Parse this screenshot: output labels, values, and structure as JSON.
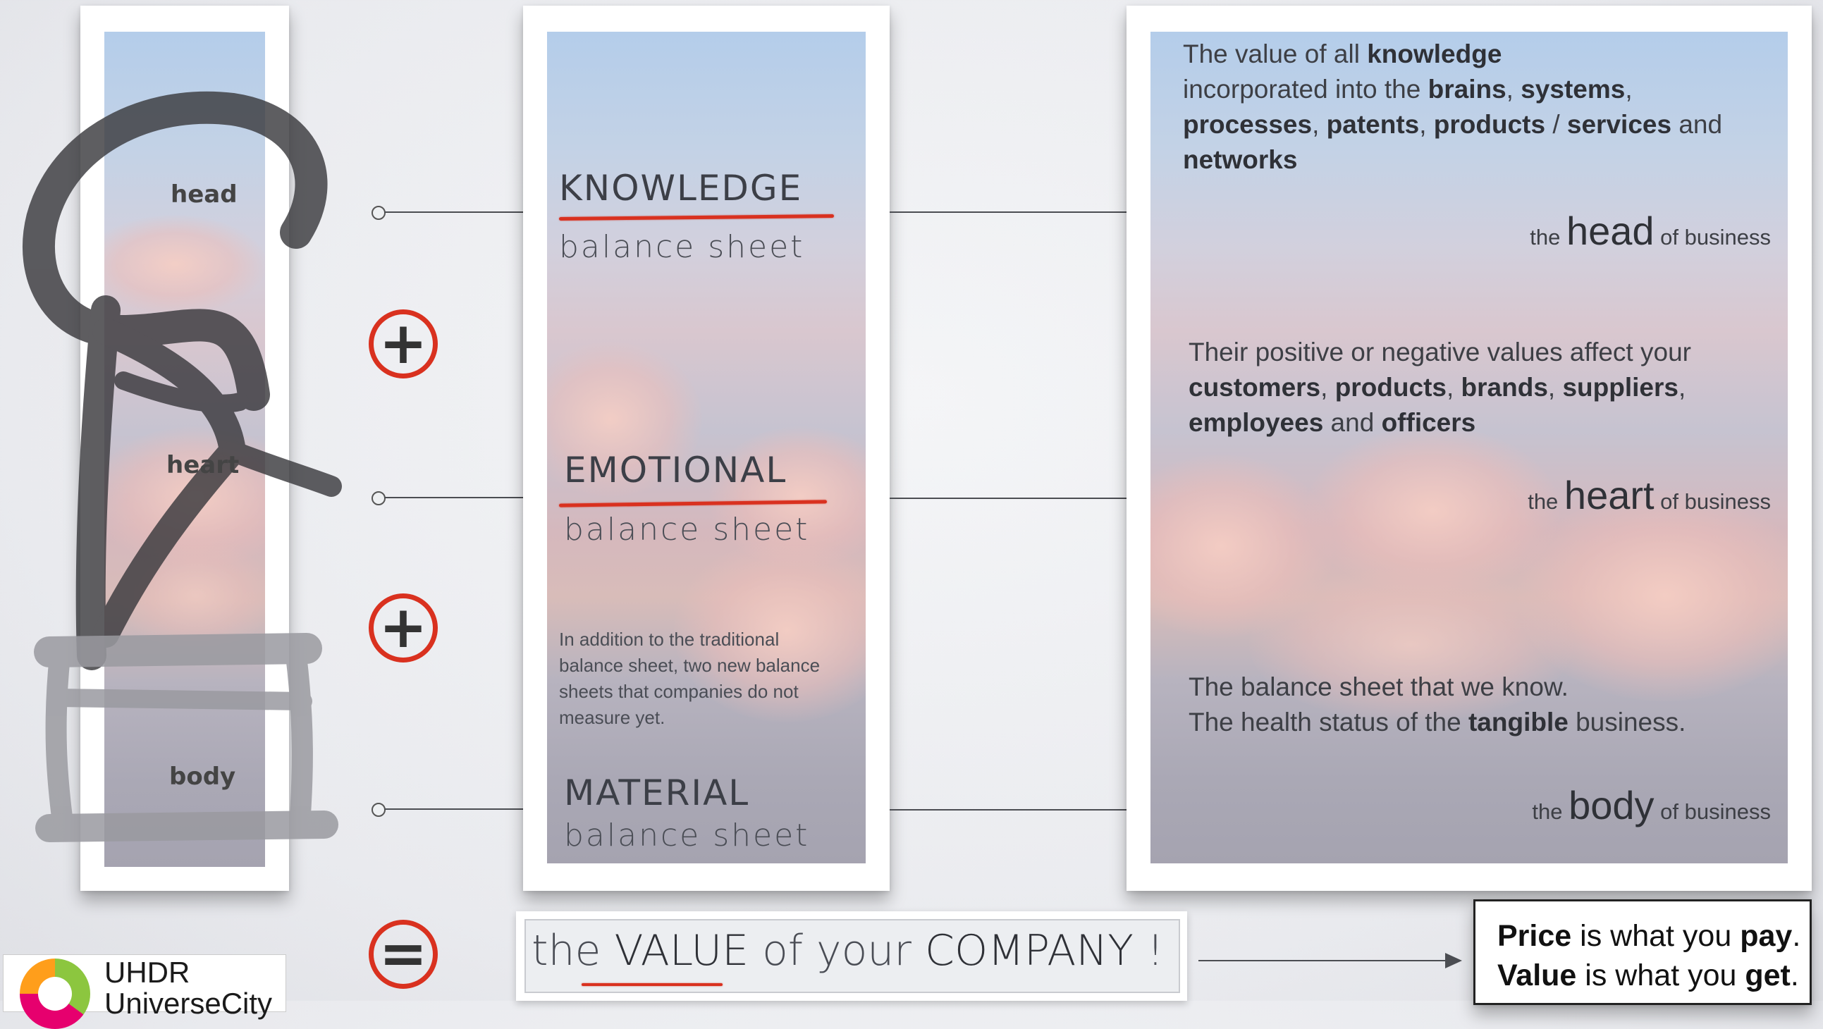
{
  "left_panel": {
    "labels": [
      "head",
      "heart",
      "body"
    ]
  },
  "operators": {
    "plus": "+",
    "equals": "="
  },
  "middle_panel": {
    "knowledge": {
      "title": "KNOWLEDGE",
      "subtitle": "balance sheet"
    },
    "emotional": {
      "title": "EMOTIONAL",
      "subtitle": "balance sheet"
    },
    "note": "In addition to the traditional balance sheet, two new balance sheets that companies do not measure yet.",
    "material": {
      "title": "MATERIAL",
      "subtitle": "balance sheet"
    }
  },
  "right_panel": {
    "head_text": {
      "t1": "The value of all ",
      "b1": "knowledge",
      "t2": "incorporated into the ",
      "b2": "brains",
      "t3": ", ",
      "b3": "systems",
      "t4": ",",
      "b4": "processes",
      "t5": ", ",
      "b5": "patents",
      "t6": ", ",
      "b6": "products",
      "t7": " / ",
      "b7": "services",
      "t8": " and",
      "b8": "networks"
    },
    "head_tag": {
      "pre": "the ",
      "word": "head",
      "post": " of business"
    },
    "heart_text": {
      "t1": "Their positive or negative values affect your",
      "b1": "customers",
      "t2": ", ",
      "b2": "products",
      "t3": ", ",
      "b3": "brands",
      "t4": ", ",
      "b4": "suppliers",
      "t5": ",",
      "b5": "employees",
      "t6": " and ",
      "b6": "officers"
    },
    "heart_tag": {
      "pre": "the ",
      "word": "heart",
      "post": " of business"
    },
    "body_text": {
      "line1": "The balance sheet that we know.",
      "t2": "The health status of the ",
      "b2": "tangible",
      "t3": " business."
    },
    "body_tag": {
      "pre": "the ",
      "word": "body",
      "post": " of business"
    }
  },
  "bottom": {
    "value_box": {
      "pre": "the ",
      "value": "VALUE",
      "mid": " of your ",
      "company": "COMPANY",
      "end": " !"
    },
    "quote": {
      "w1": "Price",
      "t1": " is what you ",
      "w2": "pay",
      "t2": ".",
      "w3": "Value",
      "t3": " is what you ",
      "w4": "get",
      "t4": "."
    },
    "logo": {
      "line1": "UHDR",
      "line2": "UniverseCity"
    }
  },
  "colors": {
    "accent_red": "#d9311f",
    "text_dark": "#3c3f47",
    "line": "#4b4d52"
  }
}
